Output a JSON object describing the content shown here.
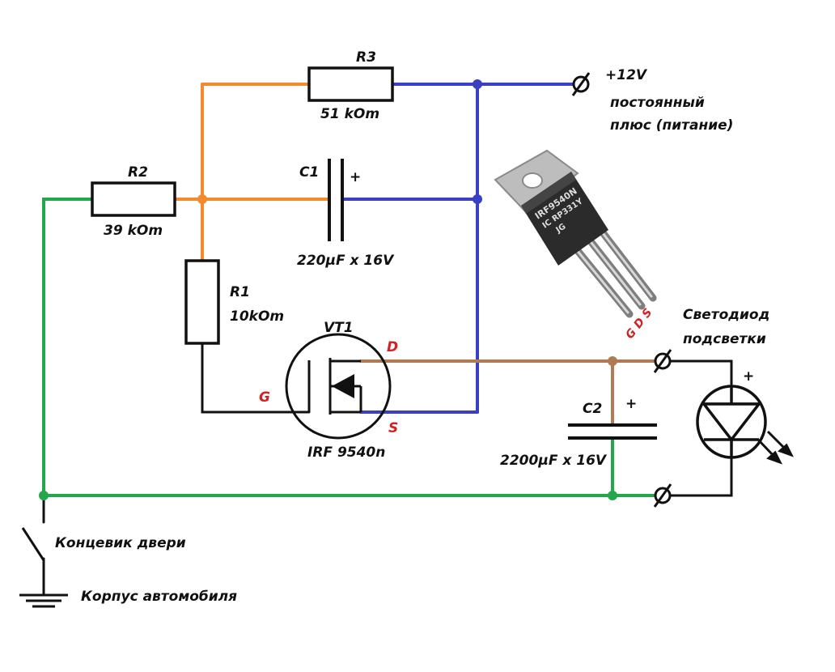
{
  "colors": {
    "orange": "#f28a2e",
    "blue": "#3a3fc4",
    "green": "#22a84a",
    "brown": "#b07a55",
    "black": "#111111",
    "pin_red": "#d42020"
  },
  "components": {
    "r3": {
      "name": "R3",
      "value": "51 kOm"
    },
    "r2": {
      "name": "R2",
      "value": "39 kOm"
    },
    "r1": {
      "name": "R1",
      "value": "10kOm"
    },
    "c1": {
      "name": "C1",
      "plus": "+",
      "value": "220µF x 16V"
    },
    "c2": {
      "name": "C2",
      "plus": "+",
      "value": "2200µF x 16V"
    },
    "vt1": {
      "name": "VT1",
      "model": "IRF 9540n",
      "pin_d": "D",
      "pin_g": "G",
      "pin_s": "S"
    }
  },
  "power": {
    "voltage": "+12V",
    "desc_line1": "постоянный",
    "desc_line2": "плюс (питание)"
  },
  "led": {
    "title_line1": "Светодиод",
    "title_line2": "подсветки",
    "plus": "+"
  },
  "switch": {
    "label": "Концевик двери"
  },
  "ground": {
    "label": "Корпус автомобиля"
  },
  "package": {
    "marking_line1": "IRF9540N",
    "marking_line2": "IC RP331Y",
    "marking_line3": "JG",
    "pins": "G D S"
  }
}
